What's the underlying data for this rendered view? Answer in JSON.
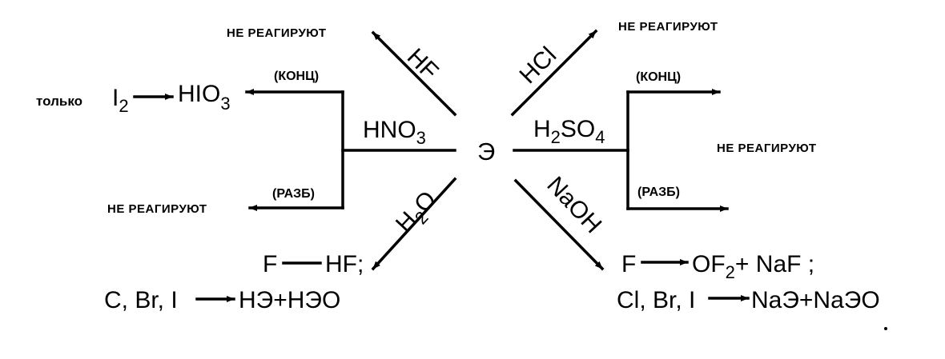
{
  "center": "Э",
  "no_reaction": "НЕ РЕАГИРУЮТ",
  "hf": "HF",
  "hcl": "HCl",
  "hno3": {
    "base": "HNO",
    "sub": "3"
  },
  "h2so4": {
    "h": "H",
    "sub1": "2",
    "so": "SO",
    "sub2": "4"
  },
  "h2o": {
    "h": "H",
    "sub": "2",
    "o": "O"
  },
  "naoh": "NaOH",
  "conc": "(КОНЦ)",
  "dil": "(РАЗБ)",
  "iodine": {
    "prefix": "только",
    "i": "I",
    "i_sub": "2",
    "product": "HIO",
    "product_sub": "3"
  },
  "water_products": {
    "line1_left": "F",
    "line1_right": "HF;",
    "line2_left": "C, Br, I",
    "line2_right": "HЭ+HЭO"
  },
  "naoh_products": {
    "line1_left": "F",
    "line1_right_a": "OF",
    "line1_right_sub": "2",
    "line1_right_b": "+ NaF ;",
    "line2_left": "Cl, Br, I",
    "line2_right": "NaЭ+NaЭO"
  }
}
